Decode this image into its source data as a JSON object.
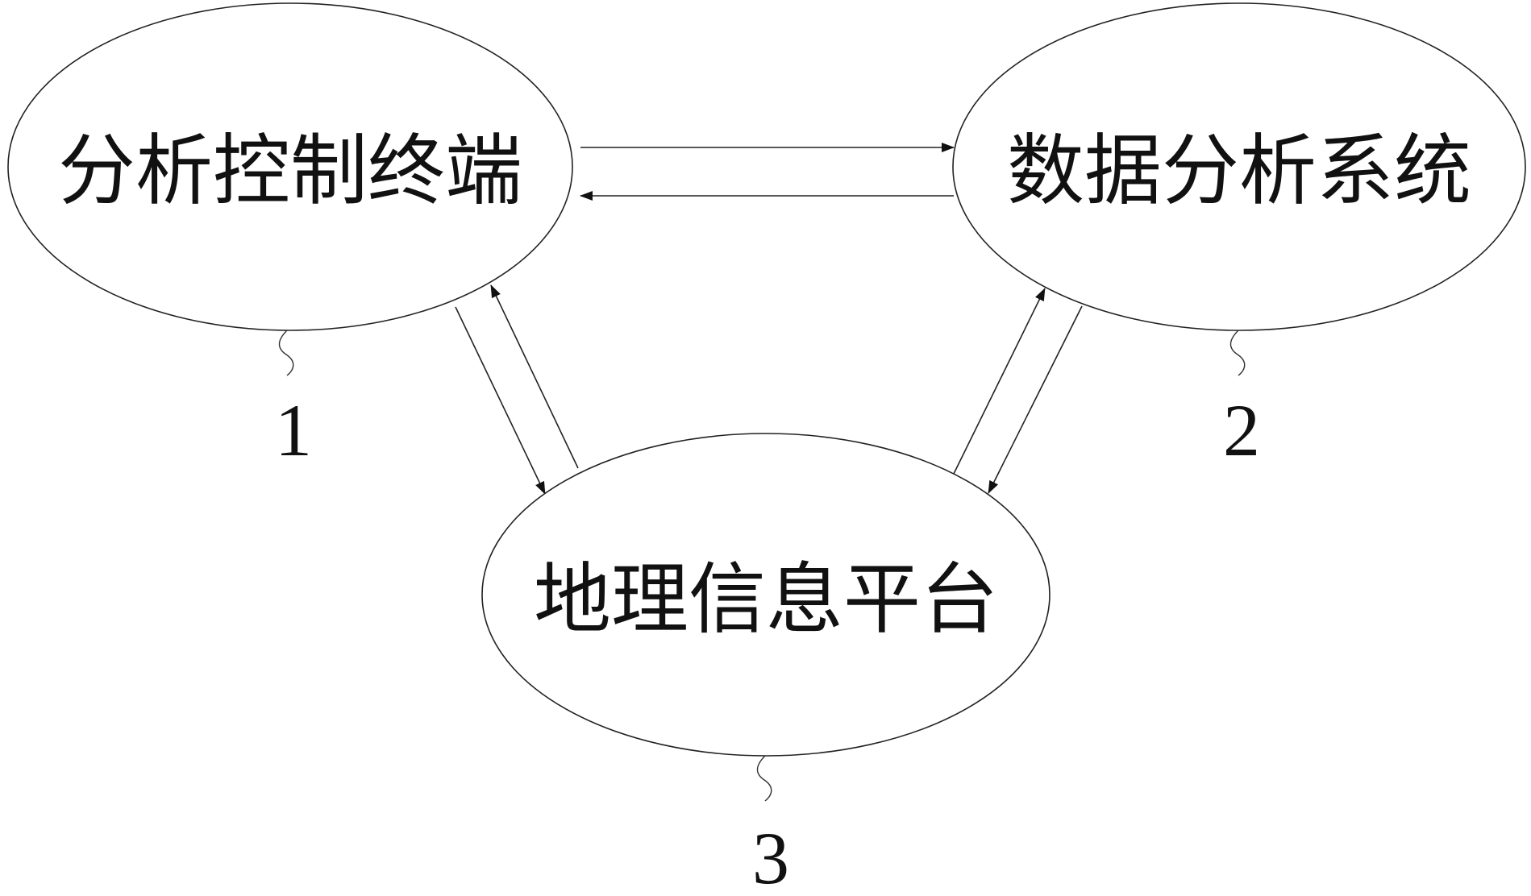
{
  "nodes": [
    {
      "id": "1",
      "label": "分析控制终端",
      "ref": "1"
    },
    {
      "id": "2",
      "label": "数据分析系统",
      "ref": "2"
    },
    {
      "id": "3",
      "label": "地理信息平台",
      "ref": "3"
    }
  ],
  "edges": [
    {
      "from": "1",
      "to": "2"
    },
    {
      "from": "2",
      "to": "1"
    },
    {
      "from": "1",
      "to": "3"
    },
    {
      "from": "3",
      "to": "1"
    },
    {
      "from": "3",
      "to": "2"
    },
    {
      "from": "2",
      "to": "3"
    }
  ],
  "colors": {
    "stroke": "#222222",
    "text": "#111111",
    "background": "#ffffff"
  }
}
